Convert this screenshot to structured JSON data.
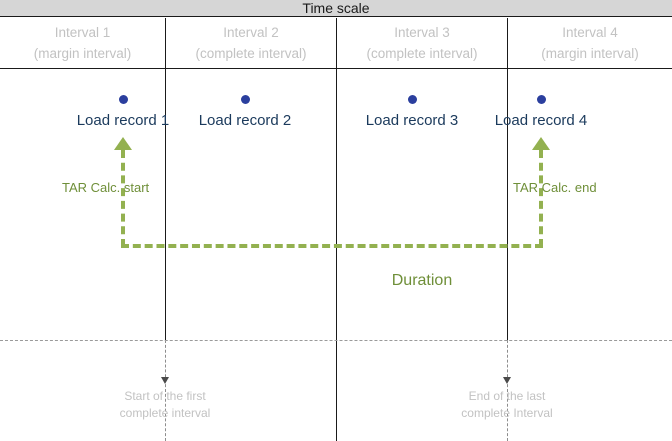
{
  "header": {
    "title": "Time scale",
    "band_color": "#d6d6d6"
  },
  "intervals": [
    {
      "name": "Interval  1",
      "kind": "(margin interval)"
    },
    {
      "name": "Interval  2",
      "kind": "(complete interval)"
    },
    {
      "name": "Interval  3",
      "kind": "(complete interval)"
    },
    {
      "name": "Interval  4",
      "kind": "(margin interval)"
    }
  ],
  "records": [
    {
      "label": "Load record 1"
    },
    {
      "label": "Load record 2"
    },
    {
      "label": "Load record 3"
    },
    {
      "label": "Load record 4"
    }
  ],
  "annotations": {
    "tar_start": "TAR Calc. start",
    "tar_end": "TAR Calc. end",
    "duration": "Duration",
    "accent_color": "#93b150",
    "accent_text_color": "#6f8f39"
  },
  "callouts": [
    {
      "line1": "Start of the first",
      "line2": "complete interval"
    },
    {
      "line1": "End of the last",
      "line2": "complete Interval"
    }
  ],
  "colors": {
    "record_dot": "#2b3f9e",
    "record_label": "#1b3a5c",
    "interval_label": "#c2c2c2",
    "rule": "#1a1a1a"
  }
}
